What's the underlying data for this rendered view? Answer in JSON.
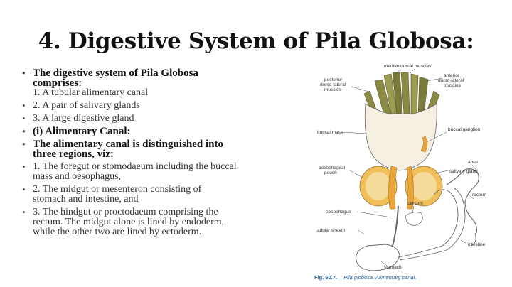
{
  "slide": {
    "title": "4. Digestive System of Pila Globosa:"
  },
  "bullets": [
    {
      "lines": [
        "The digestive system of Pila Globosa",
        "comprises:"
      ],
      "sub": "1. A tubular alimentary canal",
      "bold": true
    },
    {
      "lines": [
        "2. A pair of salivary glands"
      ],
      "bold": false
    },
    {
      "lines": [
        "3. A large digestive gland"
      ],
      "bold": false
    },
    {
      "lines": [
        "(i) Alimentary Canal:"
      ],
      "bold": true
    },
    {
      "lines": [
        "The alimentary canal is distinguished into",
        "three regions, viz:"
      ],
      "bold": true
    },
    {
      "lines": [
        "1. The foregut or stomodaeum including the buccal",
        "mass and oesophagus,"
      ],
      "bold": false
    },
    {
      "lines": [
        "2. The midgut or mesenteron consisting of",
        "stomach and intestine, and"
      ],
      "bold": false
    },
    {
      "lines": [
        "3. The hindgut or proctodaeum comprising the",
        "rectum. The midgut alone is lined by endoderm,",
        "while the other two are lined by ectoderm."
      ],
      "bold": false
    }
  ],
  "figure": {
    "labels": {
      "median_dorsal_muscles": "median dorsal muscles",
      "anterior_dorso_lateral_muscles": [
        "anterior",
        "dorso-lateral",
        "muscles"
      ],
      "posterior_dorso_lateral_muscles": [
        "posterior",
        "dorso-lateral",
        "muscles"
      ],
      "buccal_mass": "buccal mass",
      "buccal_ganglion": "buccal ganglion",
      "salivary_gland": "salivary gland",
      "oesophageal_pouch": [
        "oesophageal",
        "pouch"
      ],
      "anus": "anus",
      "rectum": "rectum",
      "caecum": "caecum",
      "oesophagus": "oesophagus",
      "adular_sheath": "adular sheath",
      "intestine": "intestine",
      "stomach": "stomach"
    },
    "caption_number": "Fig. 60.7.",
    "caption_text": "Pila globosa. Alimentary canal.",
    "colors": {
      "muscle": "#7a7a3a",
      "salivary": "#e8a53a",
      "pouch": "#f1c05a",
      "caption": "#1f5fa8"
    }
  }
}
